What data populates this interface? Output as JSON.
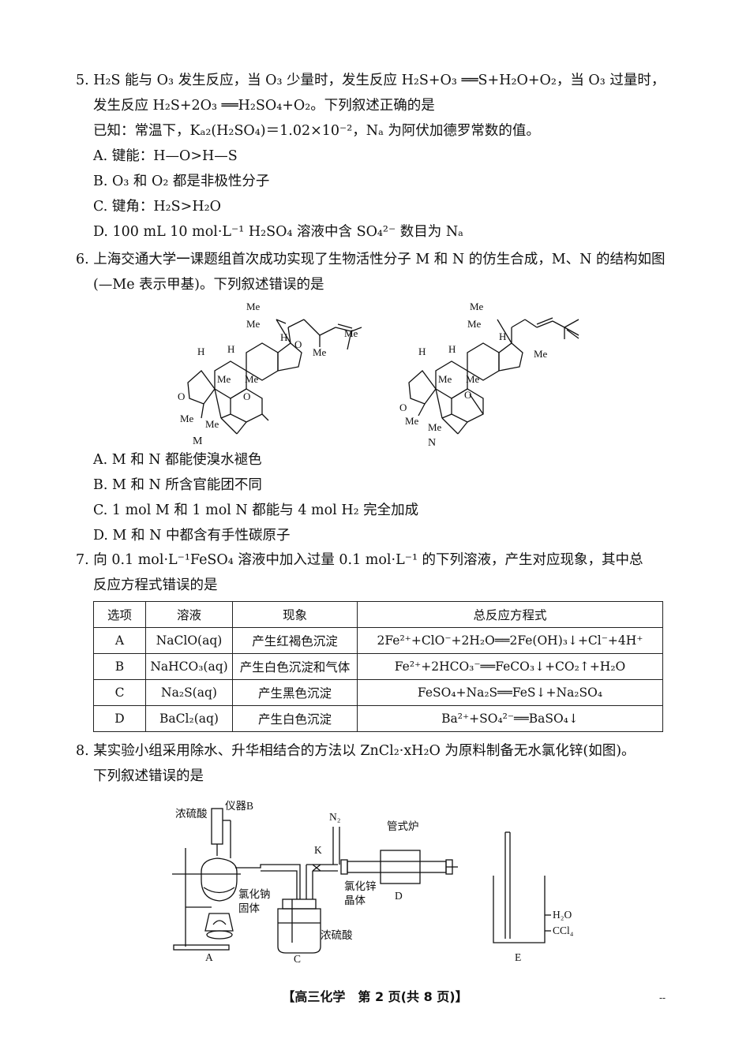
{
  "q5": {
    "l1": "5. H₂S 能与 O₃ 发生反应，当 O₃ 少量时，发生反应 H₂S+O₃ ══S+H₂O+O₂，当 O₃ 过量时，",
    "l2": "发生反应 H₂S+2O₃ ══H₂SO₄+O₂。下列叙述正确的是",
    "l3": "已知：常温下，Kₐ₂(H₂SO₄)＝1.02×10⁻²，Nₐ 为阿伏加德罗常数的值。",
    "a": "A. 键能：H—O>H—S",
    "b": "B. O₃ 和 O₂ 都是非极性分子",
    "c": "C. 键角：H₂S>H₂O",
    "d": "D. 100 mL 10 mol·L⁻¹ H₂SO₄ 溶液中含 SO₄²⁻ 数目为 Nₐ"
  },
  "q6": {
    "l1": "6. 上海交通大学一课题组首次成功实现了生物活性分子 M 和 N 的仿生合成，M、N 的结构如图",
    "l2": "(—Me 表示甲基)。下列叙述错误的是",
    "a": "A. M 和 N 都能使溴水褪色",
    "b": "B. M 和 N 所含官能团不同",
    "c": "C. 1 mol M 和 1 mol N 都能与 4 mol H₂ 完全加成",
    "d": "D. M 和 N 中都含有手性碳原子",
    "struct": {
      "me": "Me",
      "h": "H",
      "o": "O",
      "label_m": "M",
      "label_n": "N"
    }
  },
  "q7": {
    "l1": "7. 向 0.1 mol·L⁻¹FeSO₄ 溶液中加入过量 0.1 mol·L⁻¹ 的下列溶液，产生对应现象，其中总",
    "l2": "反应方程式错误的是",
    "headers": [
      "选项",
      "溶液",
      "现象",
      "总反应方程式"
    ],
    "rows": [
      [
        "A",
        "NaClO(aq)",
        "产生红褐色沉淀",
        "2Fe²⁺+ClO⁻+2H₂O══2Fe(OH)₃↓+Cl⁻+4H⁺"
      ],
      [
        "B",
        "NaHCO₃(aq)",
        "产生白色沉淀和气体",
        "Fe²⁺+2HCO₃⁻══FeCO₃↓+CO₂↑+H₂O"
      ],
      [
        "C",
        "Na₂S(aq)",
        "产生黑色沉淀",
        "FeSO₄+Na₂S══FeS↓+Na₂SO₄"
      ],
      [
        "D",
        "BaCl₂(aq)",
        "产生白色沉淀",
        "Ba²⁺+SO₄²⁻══BaSO₄↓"
      ]
    ]
  },
  "q8": {
    "l1": "8. 某实验小组采用除水、升华相结合的方法以 ZnCl₂·xH₂O 为原料制备无水氯化锌(如图)。",
    "l2": "下列叙述错误的是",
    "app": {
      "conc_acid": "浓硫酸",
      "inst_b": "仪器B",
      "n2": "N₂",
      "k": "K",
      "furnace": "管式炉",
      "nacl_1": "氯化钠",
      "nacl_2": "固体",
      "zncl_1": "氯化锌",
      "zncl_2": "晶体",
      "conc_acid2": "浓硫酸",
      "h2o": "H₂O",
      "ccl4": "CCl₄",
      "a": "A",
      "c": "C",
      "d": "D",
      "e": "E"
    }
  },
  "footer": "【高三化学　第 2 页(共 8 页)】",
  "corner": "--"
}
